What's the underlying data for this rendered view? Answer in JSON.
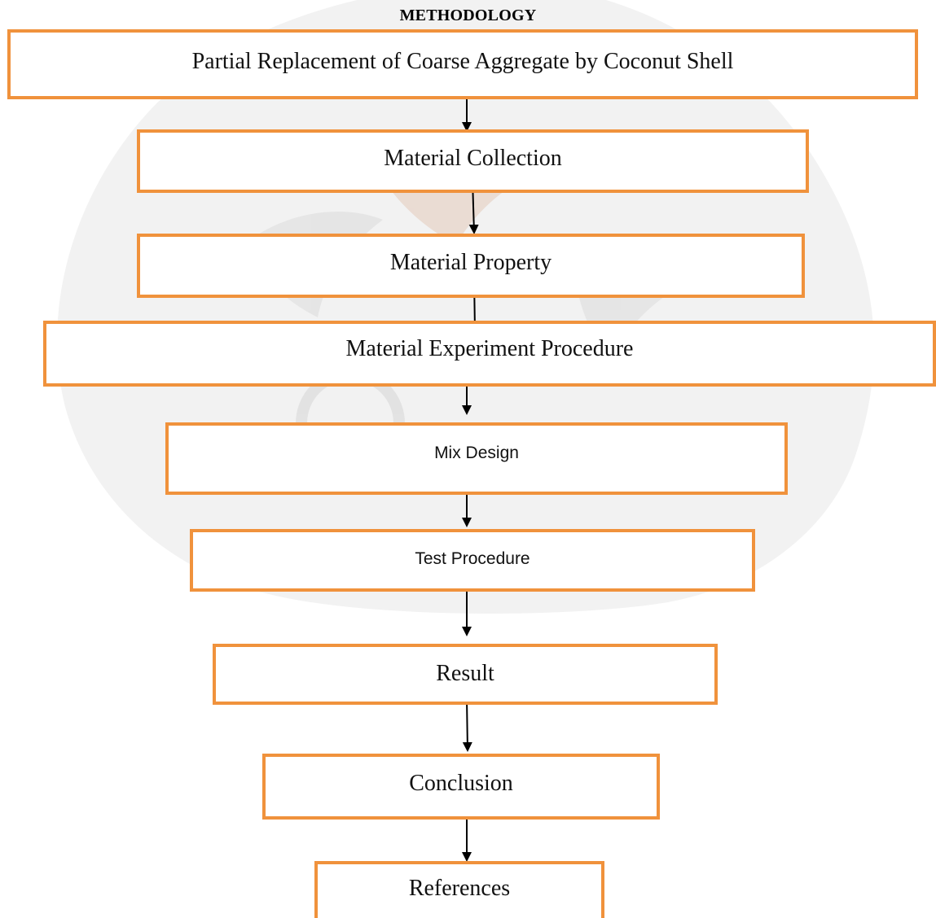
{
  "title": "METHODOLOGY",
  "accent_color": "#F0923C",
  "arrow_color": "#000000",
  "steps": [
    {
      "label": "Partial Replacement of Coarse Aggregate by Coconut Shell"
    },
    {
      "label": "Material Collection"
    },
    {
      "label": "Material Property"
    },
    {
      "label": "Material Experiment Procedure"
    },
    {
      "label": "Mix Design"
    },
    {
      "label": "Test Procedure"
    },
    {
      "label": "Result"
    },
    {
      "label": "Conclusion"
    },
    {
      "label": "References"
    }
  ]
}
